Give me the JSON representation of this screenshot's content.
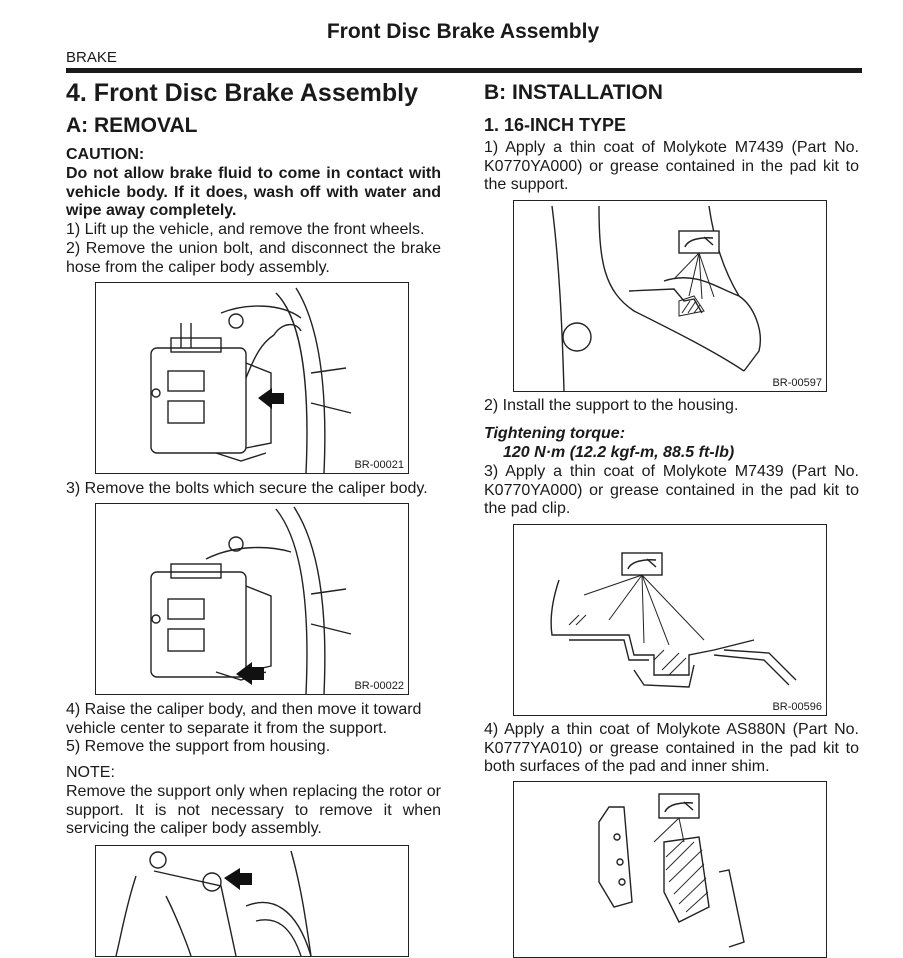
{
  "header": {
    "title": "Front Disc Brake Assembly",
    "section": "BRAKE"
  },
  "left": {
    "heading": "4. Front Disc Brake Assembly",
    "removal_heading": "A: REMOVAL",
    "caution_label": "CAUTION:",
    "caution_text": "Do not allow brake fluid to come in contact with vehicle body. If it does, wash off with water and wipe away completely.",
    "step1": "1) Lift up the vehicle, and remove the front wheels.",
    "step2": "2) Remove the union bolt, and disconnect the brake hose from the caliper body assembly.",
    "fig1_code": "BR-00021",
    "step3": "3) Remove the bolts which secure the caliper body.",
    "fig2_code": "BR-00022",
    "step4": "4) Raise the caliper body, and then move it toward vehicle center to separate it from the support.",
    "step5": "5) Remove the support from housing.",
    "note_label": "NOTE:",
    "note_text": "Remove the support only when replacing the rotor or support. It is not necessary to remove it when servicing the caliper body assembly."
  },
  "right": {
    "install_heading": "B: INSTALLATION",
    "type_heading": "1. 16-INCH TYPE",
    "step1": "1) Apply a thin coat of Molykote M7439 (Part No. K0770YA000) or grease contained in the pad kit to the support.",
    "fig1_code": "BR-00597",
    "step2": "2) Install the support to the housing.",
    "torque_label": "Tightening torque:",
    "torque_value": "120 N·m (12.2 kgf-m, 88.5 ft-lb)",
    "step3": "3) Apply a thin coat of Molykote M7439 (Part No. K0770YA000) or grease contained in the pad kit to the pad clip.",
    "fig2_code": "BR-00596",
    "step4": "4) Apply a thin coat of Molykote AS880N (Part No. K0777YA010) or grease contained in the pad kit to both surfaces of the pad and inner shim."
  }
}
